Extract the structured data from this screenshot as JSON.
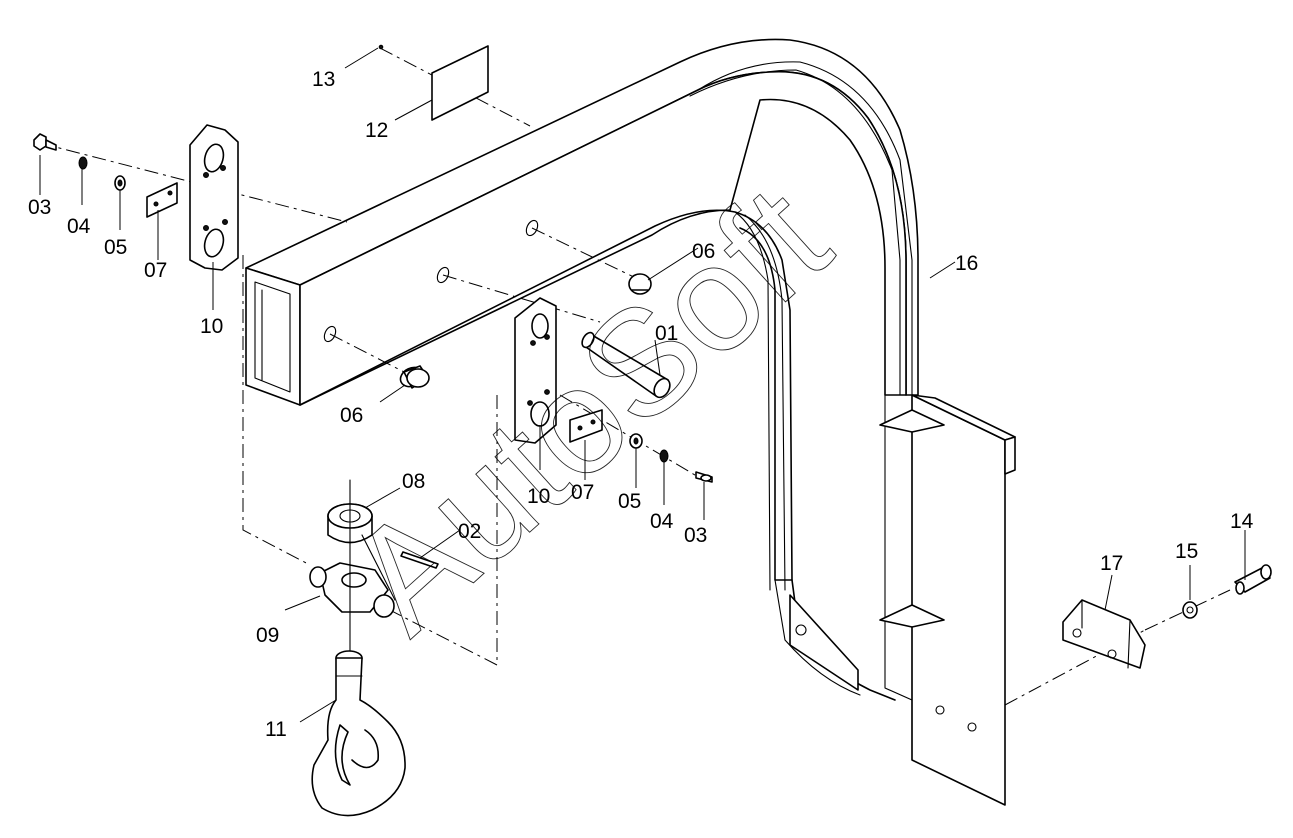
{
  "watermark": "AutoSoft",
  "callouts": {
    "c01": "01",
    "c02": "02",
    "c03a": "03",
    "c03b": "03",
    "c04a": "04",
    "c04b": "04",
    "c05a": "05",
    "c05b": "05",
    "c06a": "06",
    "c06b": "06",
    "c07a": "07",
    "c07b": "07",
    "c08": "08",
    "c09": "09",
    "c10a": "10",
    "c10b": "10",
    "c11": "11",
    "c12": "12",
    "c13": "13",
    "c14": "14",
    "c15": "15",
    "c16": "16",
    "c17": "17"
  }
}
